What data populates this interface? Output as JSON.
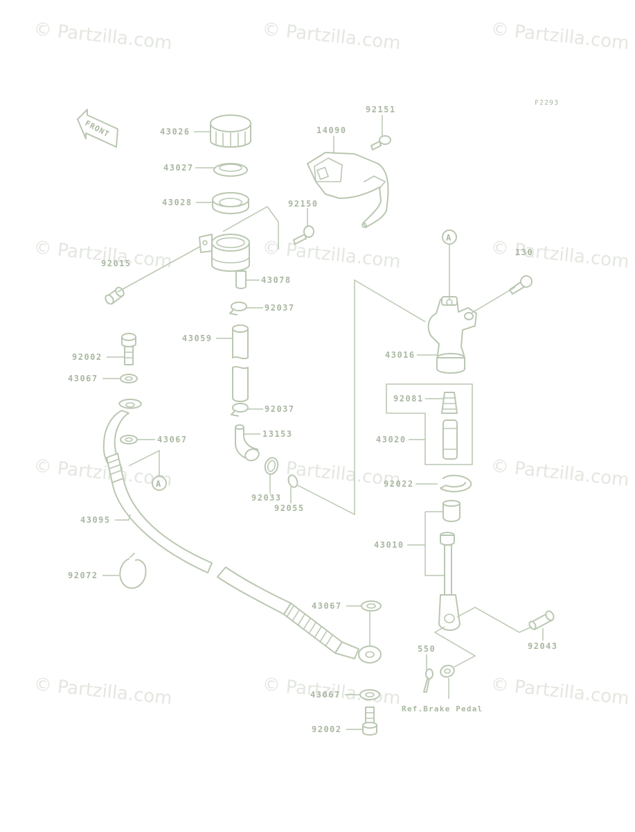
{
  "figure_code": "F2293",
  "front_label": "FRONT",
  "callout_a": "A",
  "watermark": "© Partzilla.com",
  "note_ref": "Ref.Brake Pedal",
  "part_labels": {
    "p43026": "43026",
    "p43027": "43027",
    "p43028": "43028",
    "p92015": "92015",
    "p14090": "14090",
    "p92151": "92151",
    "p92150": "92150",
    "p43078": "43078",
    "p92037a": "92037",
    "p43059": "43059",
    "p92037b": "92037",
    "p13153": "13153",
    "p92033": "92033",
    "p92055": "92055",
    "p130": "130",
    "p43016": "43016",
    "p92081": "92081",
    "p43020": "43020",
    "p92022": "92022",
    "p43010": "43010",
    "p92043": "92043",
    "p550": "550",
    "p92002a": "92002",
    "p43067a": "43067",
    "p43067b": "43067",
    "p43095": "43095",
    "p92072": "92072",
    "p43067c": "43067",
    "p43067d": "43067",
    "p92002b": "92002"
  }
}
